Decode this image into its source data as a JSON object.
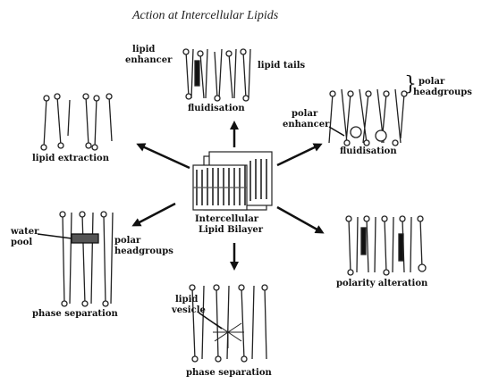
{
  "title": "Action at Intercellular Lipids",
  "center": {
    "label_line1": "Intercellular",
    "label_line2": "Lipid Bilayer"
  },
  "panels": {
    "top": {
      "label_1": "lipid",
      "label_2": "enhancer",
      "label_3": "lipid tails",
      "caption": "fluidisation"
    },
    "top_right": {
      "label_1": "polar",
      "label_2": "headgroups",
      "label_3": "polar",
      "label_4": "enhancer",
      "caption": "fluidisation"
    },
    "left": {
      "caption": "lipid extraction"
    },
    "bottom_left": {
      "label_1": "water",
      "label_2": "pool",
      "label_3": "polar",
      "label_4": "headgroups",
      "caption": "phase separation"
    },
    "right": {
      "caption": "polarity alteration"
    },
    "bottom": {
      "label_1": "lipid",
      "label_2": "vesicle",
      "caption": "phase separation"
    }
  }
}
